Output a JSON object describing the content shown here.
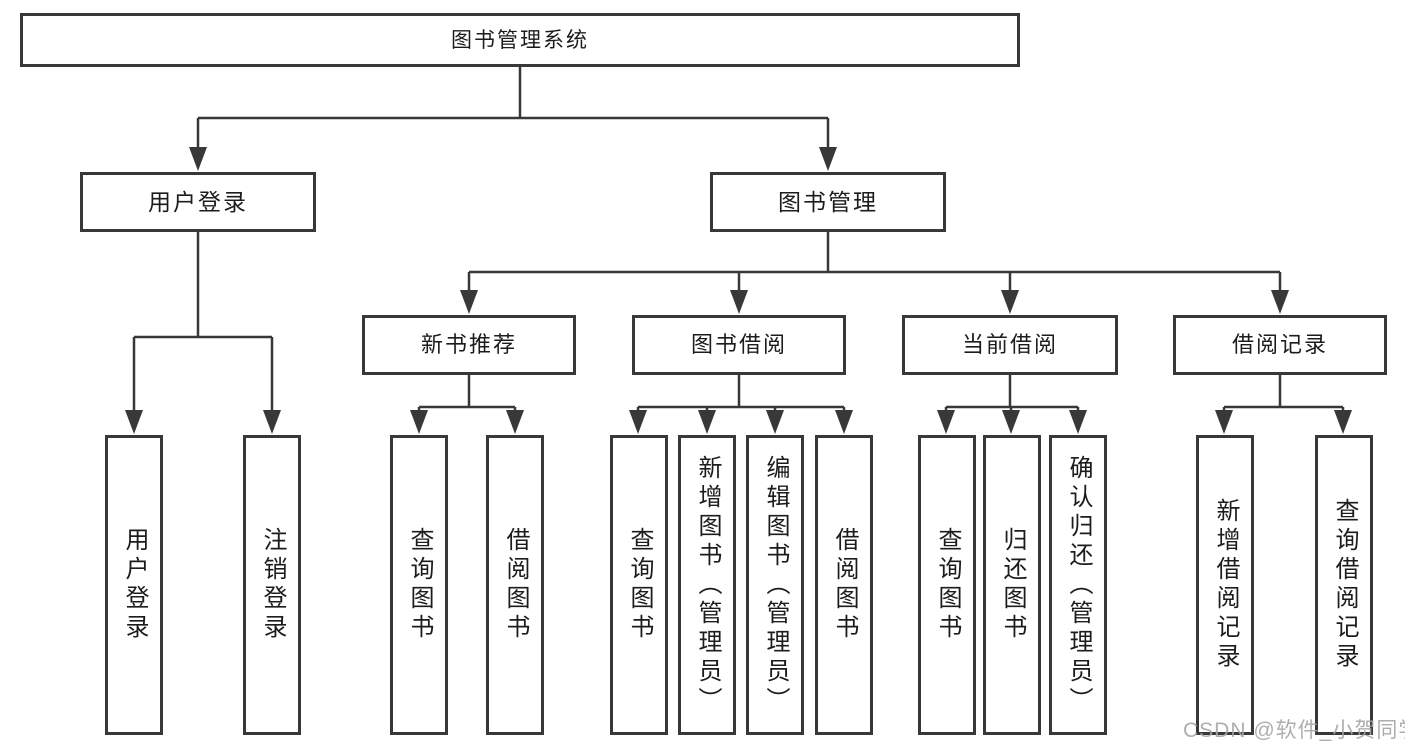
{
  "diagram": {
    "root": {
      "label": "图书管理系统"
    },
    "level2": [
      {
        "label": "用户登录"
      },
      {
        "label": "图书管理"
      }
    ],
    "level3": [
      {
        "label": "新书推荐"
      },
      {
        "label": "图书借阅"
      },
      {
        "label": "当前借阅"
      },
      {
        "label": "借阅记录"
      }
    ],
    "leaves": {
      "user_login": [
        "用户登录",
        "注销登录"
      ],
      "new_book_recommend": [
        "查询图书",
        "借阅图书"
      ],
      "book_borrow": [
        "查询图书",
        "新增图书（管理员）",
        "编辑图书（管理员）",
        "借阅图书"
      ],
      "current_borrow": [
        "查询图书",
        "归还图书",
        "确认归还（管理员）"
      ],
      "borrow_records": [
        "新增借阅记录",
        "查询借阅记录"
      ]
    }
  },
  "watermark": "CSDN @软件_小贺同学",
  "colors": {
    "line": "#383838",
    "text": "#1c1c1c",
    "background": "#ffffff",
    "watermark": "#a6a6a6"
  }
}
